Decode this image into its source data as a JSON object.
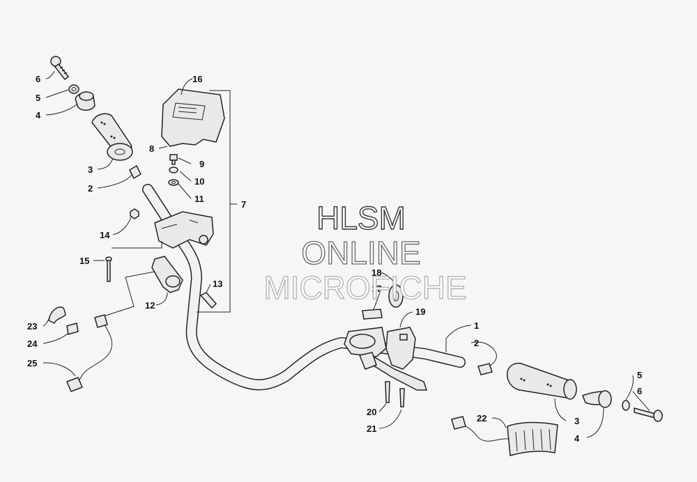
{
  "watermark": {
    "line1": "HLSM",
    "line2": "ONLINE",
    "line3": "MICROFICHE"
  },
  "callouts": {
    "left_6": "6",
    "left_5": "5",
    "left_4": "4",
    "left_3": "3",
    "left_2": "2",
    "housing_16": "16",
    "housing_8": "8",
    "screw_9": "9",
    "washer_10": "10",
    "washer_11": "11",
    "bracket_7": "7",
    "nut_14": "14",
    "screw_15": "15",
    "screw_13": "13",
    "clamp_12": "12",
    "grip_23": "23",
    "pad_24": "24",
    "harness_25": "25",
    "cap_18": "18",
    "label_17": "17",
    "throttle_19": "19",
    "bar_1": "1",
    "right_2": "2",
    "right_5": "5",
    "right_6": "6",
    "right_3": "3",
    "right_4": "4",
    "screw_20": "20",
    "screw_21": "21",
    "heater_22": "22"
  }
}
